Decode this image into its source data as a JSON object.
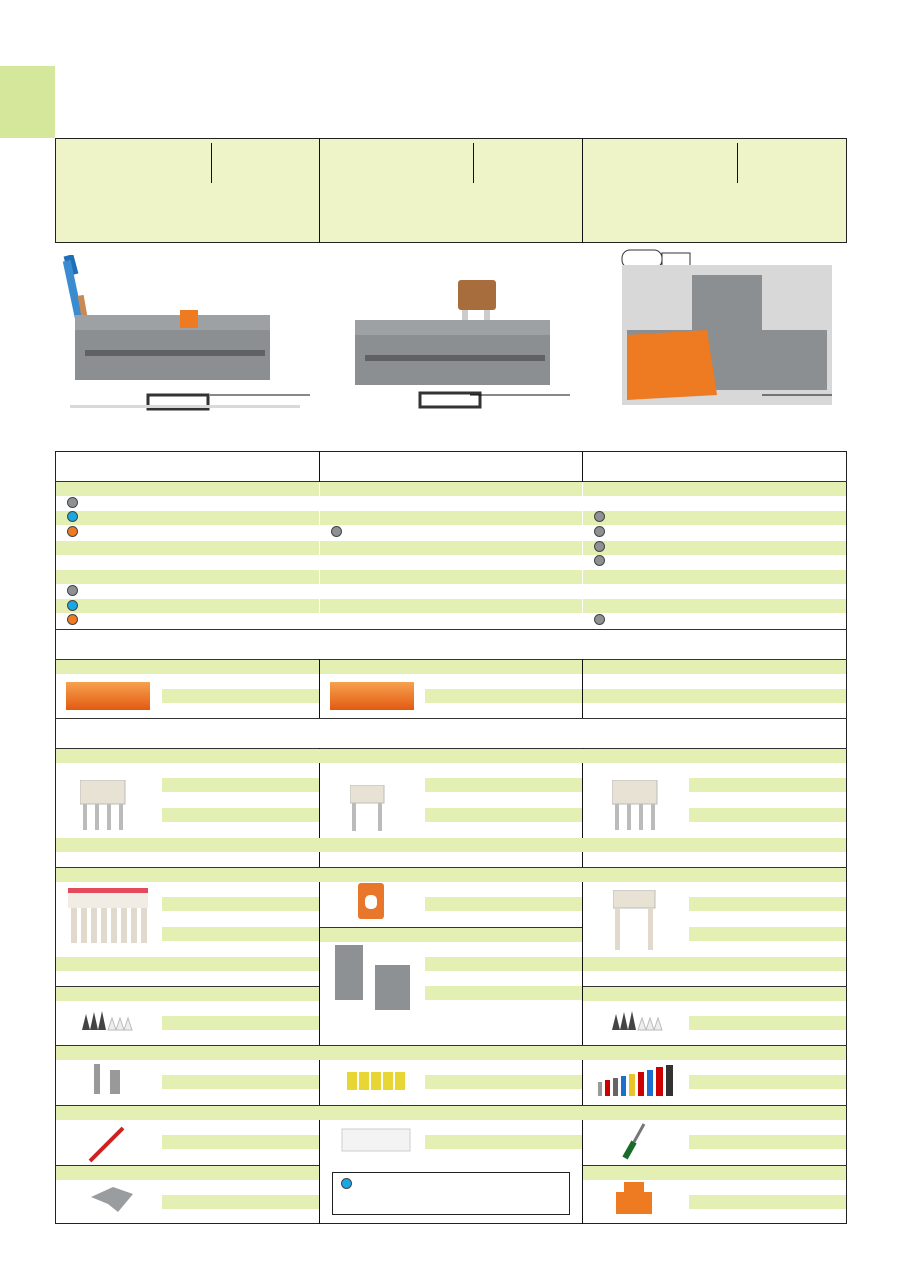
{
  "colors": {
    "accent_green": "#d4e79a",
    "row_green": "#e4efb3",
    "grey": "#8e9194",
    "blue": "#1ba7e3",
    "orange": "#ee7a22"
  },
  "header_columns": [
    {
      "label": ""
    },
    {
      "label": ""
    },
    {
      "label": ""
    }
  ],
  "legend": {
    "dot": "blue",
    "text": ""
  },
  "icons": [
    "terminal-block-image",
    "fuse-image",
    "jumper-image",
    "screwdriver-image",
    "marker-image",
    "ferrule-image"
  ]
}
